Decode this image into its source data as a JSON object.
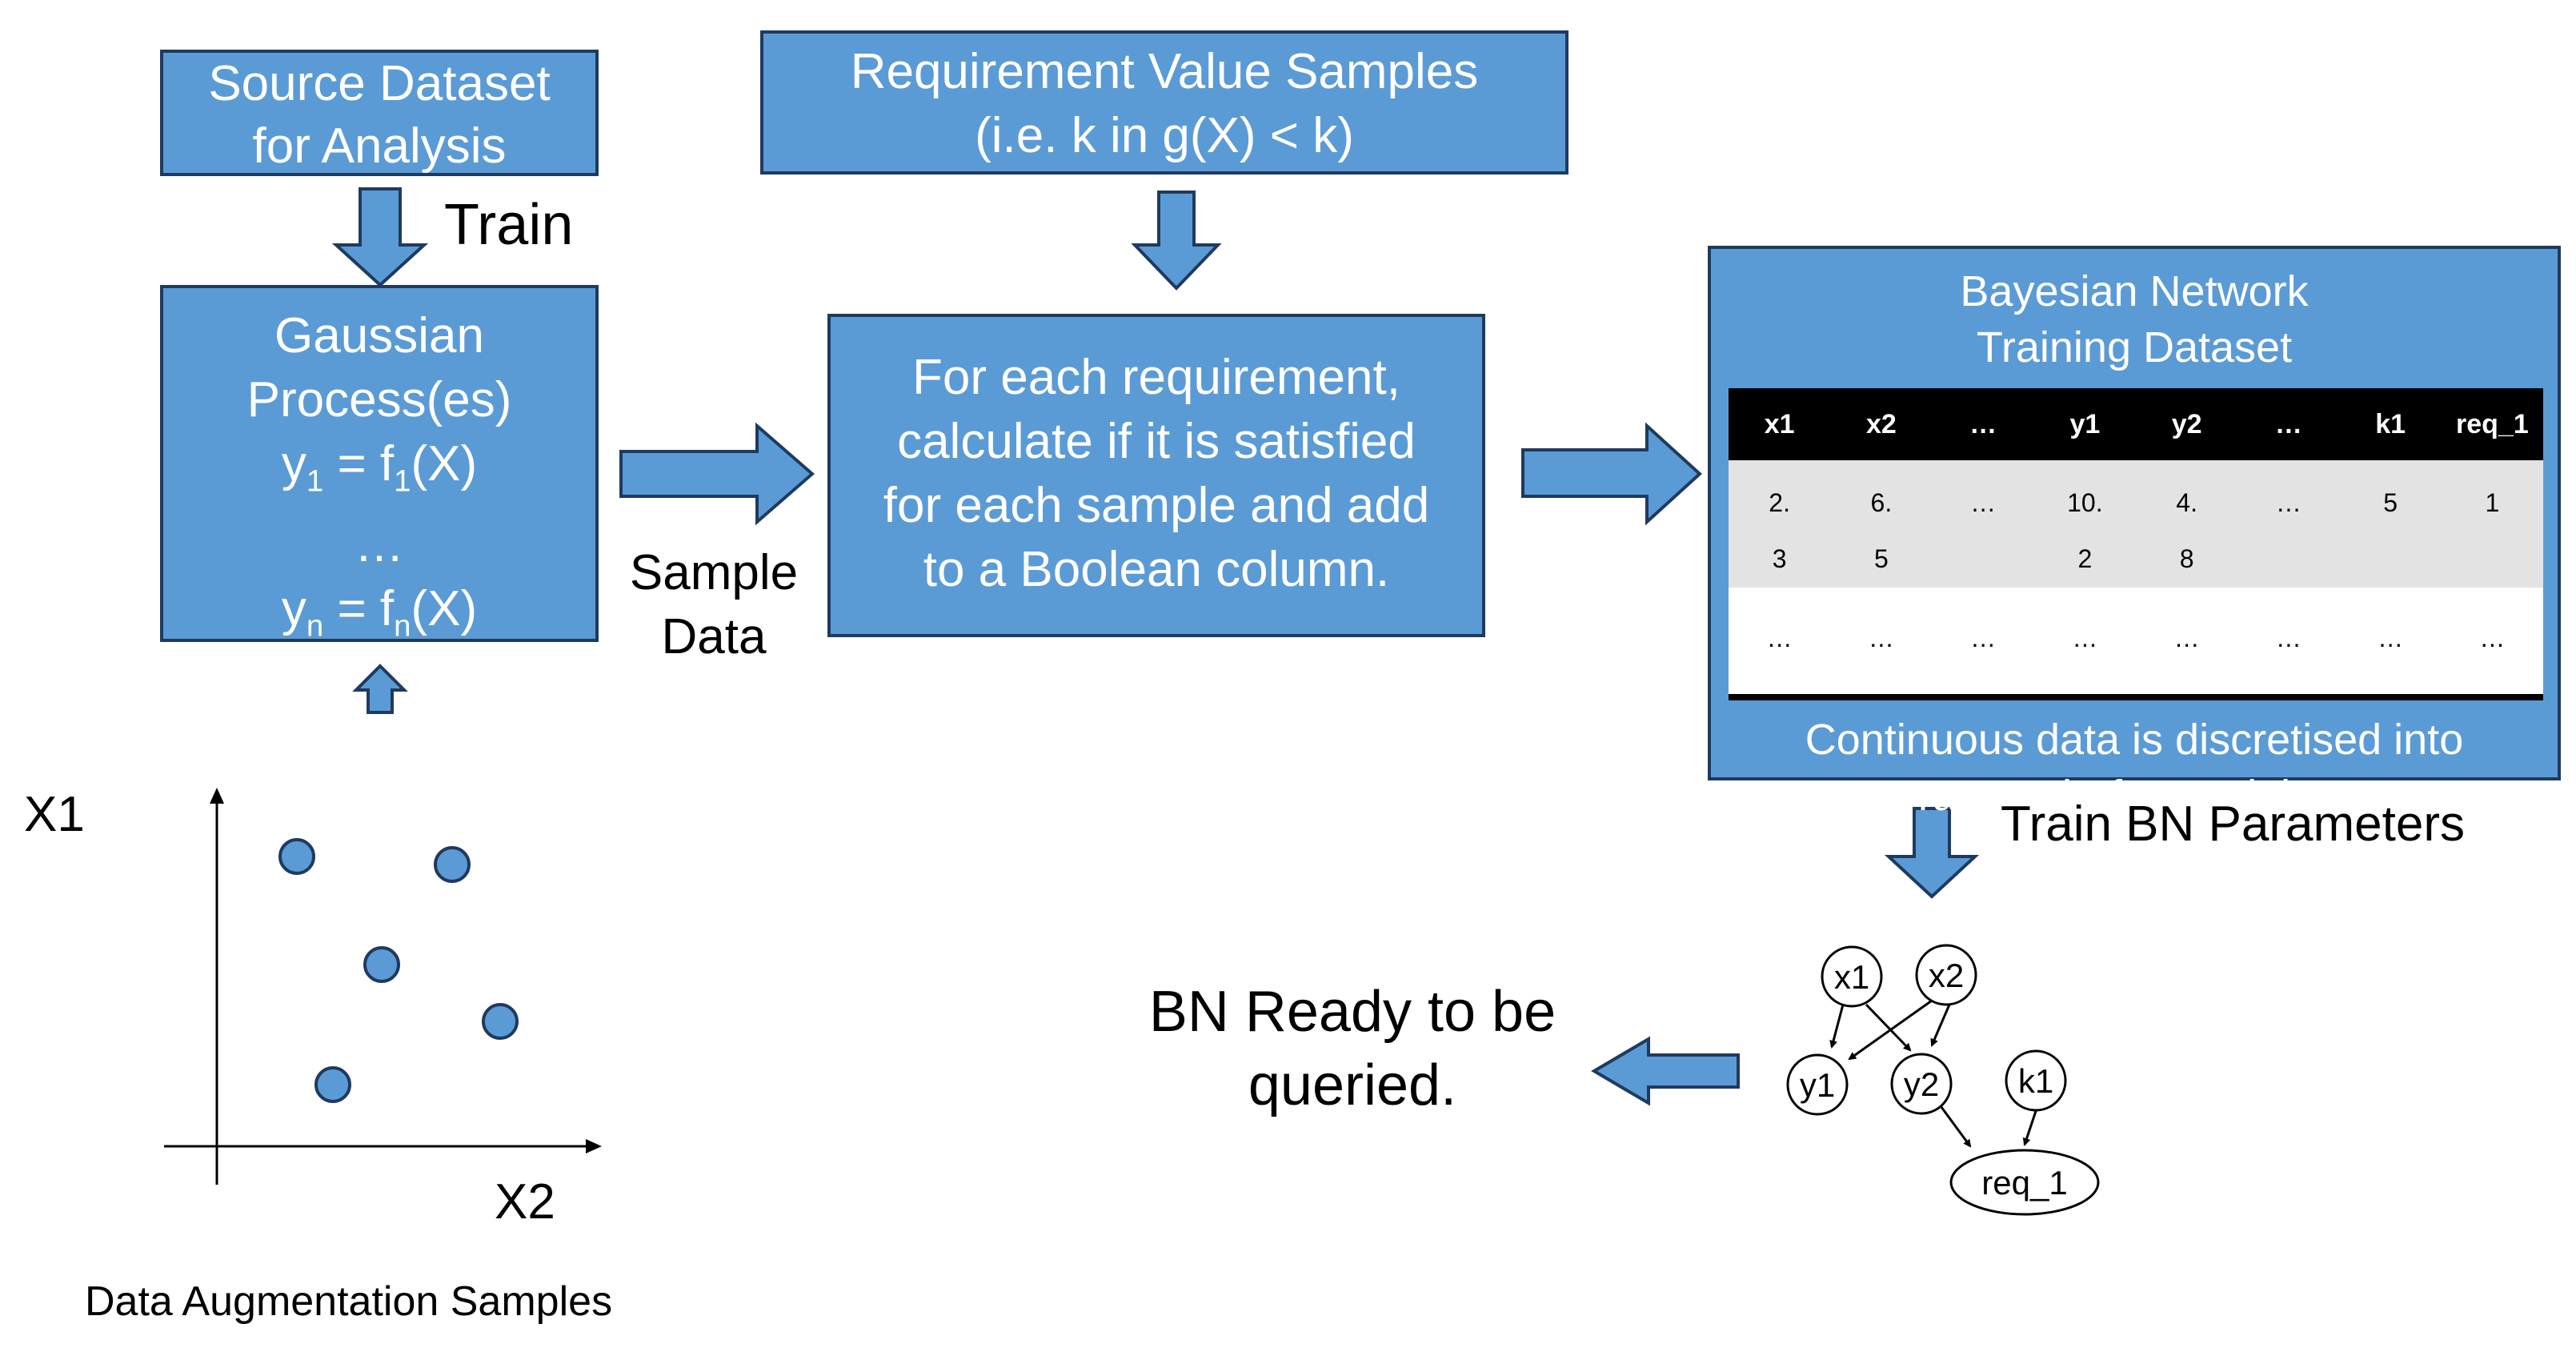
{
  "source_box": {
    "line1": "Source Dataset",
    "line2": "for Analysis"
  },
  "train_label": "Train",
  "gp_box": {
    "line1": "Gaussian",
    "line2": "Process(es)",
    "y1_main": "y",
    "y1_sub": "1",
    "y1_eq": " = f",
    "y1_fsub": "1",
    "y1_tail": "(X)",
    "dots": "…",
    "yn_main": "y",
    "yn_sub": "n",
    "yn_eq": " = f",
    "yn_fsub": "n",
    "yn_tail": "(X)"
  },
  "req_box": {
    "line1": "Requirement Value Samples",
    "line2": "(i.e. k in g(X) < k)"
  },
  "sample_label": {
    "line1": "Sample",
    "line2": "Data"
  },
  "calc_box": {
    "line1": "For each requirement,",
    "line2": "calculate if it is satisfied",
    "line3": "for each sample and add",
    "line4": "to a Boolean column."
  },
  "bn_box": {
    "title1": "Bayesian Network",
    "title2": "Training Dataset",
    "columns": [
      "x1",
      "x2",
      "…",
      "y1",
      "y2",
      "…",
      "k1",
      "req_1"
    ],
    "row1": [
      [
        "2.",
        "3"
      ],
      [
        "6.",
        "5"
      ],
      [
        "…",
        ""
      ],
      [
        "10.",
        "2"
      ],
      [
        "4.",
        "8"
      ],
      [
        "…",
        ""
      ],
      [
        "5",
        ""
      ],
      [
        "1",
        ""
      ]
    ],
    "row2": [
      "…",
      "…",
      "…",
      "…",
      "…",
      "…",
      "…",
      "…"
    ],
    "note1": "Continuous data is discretised into",
    "note2": "ranges before training."
  },
  "train_bn_label": "Train BN Parameters",
  "ready_label": {
    "line1": "BN Ready to be",
    "line2": "queried."
  },
  "scatter": {
    "y_axis_label": "X1",
    "x_axis_label": "X2",
    "caption": "Data Augmentation Samples"
  },
  "bn_graph": {
    "nodes": {
      "x1": "x1",
      "x2": "x2",
      "y1": "y1",
      "y2": "y2",
      "k1": "k1",
      "req_1": "req_1"
    }
  },
  "colors": {
    "box_fill": "#5b9bd5",
    "box_border": "#1f3a5f",
    "table_header": "#000000",
    "table_row": "#e3e3e3"
  }
}
